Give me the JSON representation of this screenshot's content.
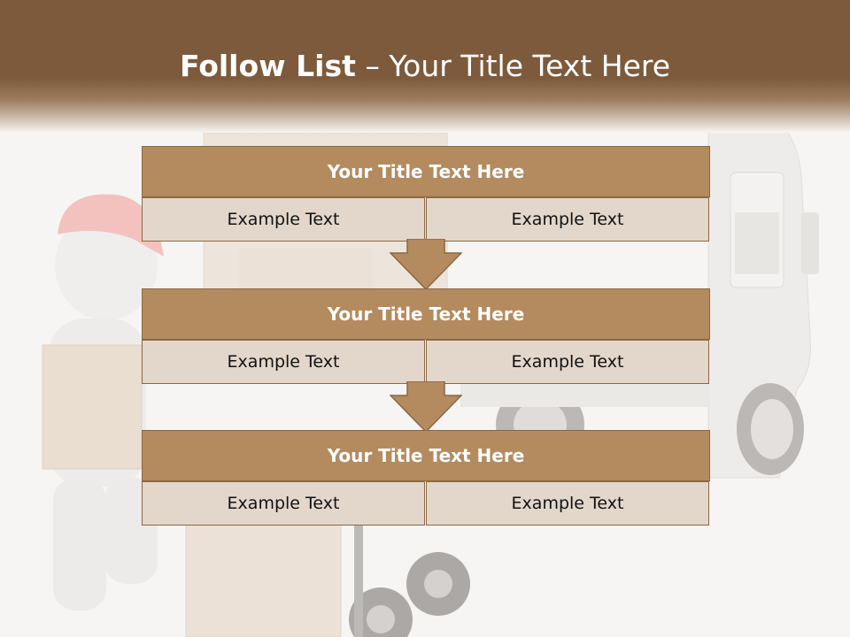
{
  "slide": {
    "title_bold": "Follow List",
    "title_rest": " – Your Title Text Here"
  },
  "steps": [
    {
      "title": "Your Title Text Here",
      "left": "Example Text",
      "right": "Example Text"
    },
    {
      "title": "Your Title Text Here",
      "left": "Example Text",
      "right": "Example Text"
    },
    {
      "title": "Your Title Text Here",
      "left": "Example Text",
      "right": "Example Text"
    }
  ],
  "colors": {
    "header": "#7c5a3b",
    "box_fill": "#b38b5f",
    "cell_fill": "#e3d7cc",
    "arrow_fill": "#b38b5f"
  },
  "background_image": "delivery-man-with-boxes-hand-truck-and-truck"
}
